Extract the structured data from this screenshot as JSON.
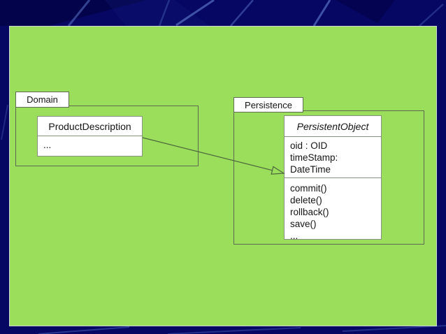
{
  "slide": {
    "background_color": "#060663",
    "canvas_color": "#9ADE5C"
  },
  "uml": {
    "packages": [
      {
        "name": "Domain",
        "classes": [
          {
            "name": "ProductDescription",
            "attributes": [
              "..."
            ],
            "methods": []
          }
        ]
      },
      {
        "name": "Persistence",
        "classes": [
          {
            "name": "PersistentObject",
            "abstract": true,
            "attributes": [
              "oid : OID",
              "timeStamp:",
              "DateTime"
            ],
            "methods": [
              "commit()",
              "delete()",
              "rollback()",
              "save()",
              "..."
            ]
          }
        ]
      }
    ],
    "relationship": {
      "from": "ProductDescription",
      "to": "PersistentObject",
      "arrowhead": "open-triangle"
    }
  }
}
